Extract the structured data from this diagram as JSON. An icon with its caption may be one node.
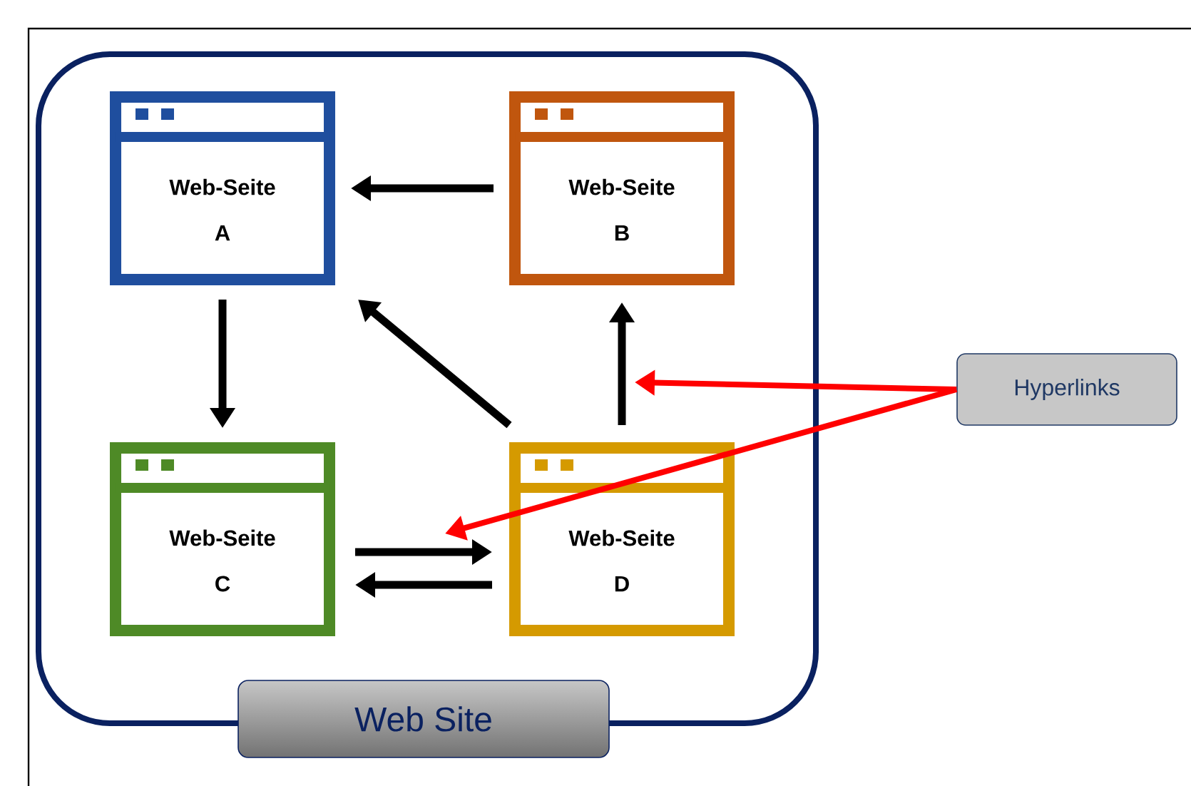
{
  "diagram": {
    "nodes": [
      {
        "text": [
          "Web Site"
        ]
      },
      {
        "text": [
          "Web-Seite A"
        ],
        "in": 0
      },
      {
        "text": [
          "Web-Seite B"
        ],
        "in": 0
      },
      {
        "text": [
          "Web-Seite C"
        ],
        "in": 0
      },
      {
        "text": [
          "Web-Seite D"
        ],
        "in": 0
      },
      {
        "text": [
          "Hyperlinks"
        ]
      }
    ],
    "edges": [
      {
        "from": 2,
        "to": 1,
        "arrow": "to"
      },
      {
        "from": 1,
        "to": 3,
        "arrow": "to"
      },
      {
        "from": 4,
        "to": 1,
        "arrow": "to"
      },
      {
        "from": 4,
        "to": 2,
        "arrow": "to"
      },
      {
        "from": 3,
        "to": 4,
        "arrow": "to"
      },
      {
        "from": 4,
        "to": 3,
        "arrow": "to"
      },
      {
        "from": 5,
        "to": null,
        "arrow": "to",
        "color": "#ff0000"
      },
      {
        "from": 5,
        "to": null,
        "arrow": "to",
        "color": "#ff0000"
      }
    ]
  }
}
